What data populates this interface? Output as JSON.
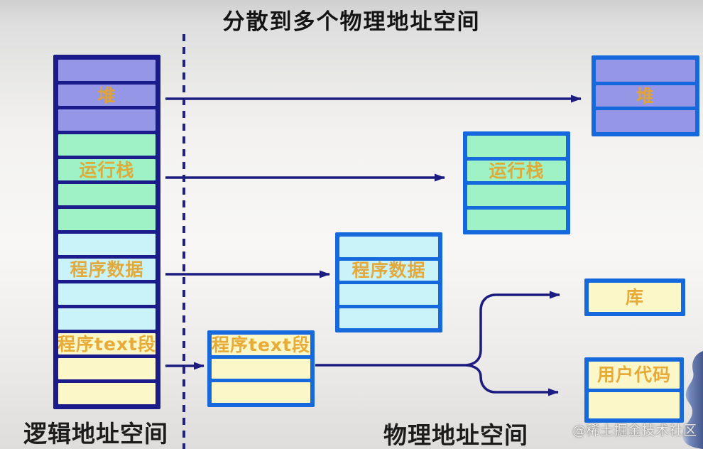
{
  "title": "分散到多个物理地址空间",
  "section_labels": {
    "logical": "逻辑地址空间",
    "physical": "物理地址空间"
  },
  "watermark": "@稀土掘金技术社区",
  "colors": {
    "navy_border": "#1b1b8c",
    "blue_border": "#1668dd",
    "arrow_navy": "#1c1c80",
    "segment_purple": "#9597e6",
    "segment_green": "#9ef2c6",
    "segment_cyan": "#c9f3f8",
    "segment_yellow": "#fcf7c9",
    "label_orange": "#e4a42c",
    "mascot_blue": "#7388bb"
  },
  "logical_column": {
    "segments": [
      {
        "color": "purple",
        "label": ""
      },
      {
        "color": "purple",
        "label": "堆"
      },
      {
        "color": "purple",
        "label": ""
      },
      {
        "color": "green",
        "label": ""
      },
      {
        "color": "green",
        "label": "运行栈"
      },
      {
        "color": "green",
        "label": ""
      },
      {
        "color": "green",
        "label": ""
      },
      {
        "color": "cyan",
        "label": ""
      },
      {
        "color": "cyan",
        "label": "程序数据"
      },
      {
        "color": "cyan",
        "label": ""
      },
      {
        "color": "cyan",
        "label": ""
      },
      {
        "color": "yellow",
        "label": "程序text段"
      },
      {
        "color": "yellow",
        "label": ""
      },
      {
        "color": "yellow",
        "label": ""
      }
    ]
  },
  "physical_boxes": {
    "heap": {
      "title_label": "堆",
      "segments": [
        {
          "color": "purple",
          "label": ""
        },
        {
          "color": "purple",
          "label": "堆"
        },
        {
          "color": "purple",
          "label": ""
        }
      ]
    },
    "stack": {
      "title_label": "运行栈",
      "segments": [
        {
          "color": "green",
          "label": ""
        },
        {
          "color": "green",
          "label": "运行栈"
        },
        {
          "color": "green",
          "label": ""
        },
        {
          "color": "green",
          "label": ""
        }
      ]
    },
    "program_data": {
      "title_label": "程序数据",
      "segments": [
        {
          "color": "cyan",
          "label": ""
        },
        {
          "color": "cyan",
          "label": "程序数据"
        },
        {
          "color": "cyan",
          "label": ""
        },
        {
          "color": "cyan",
          "label": ""
        }
      ]
    },
    "program_text": {
      "title_label": "程序text段",
      "segments": [
        {
          "color": "yellow",
          "label": "程序text段"
        },
        {
          "color": "yellow",
          "label": ""
        },
        {
          "color": "yellow",
          "label": ""
        }
      ]
    },
    "library": {
      "title_label": "库",
      "segments": [
        {
          "color": "yellow",
          "label": "库"
        }
      ]
    },
    "user_code": {
      "title_label": "用户代码",
      "segments": [
        {
          "color": "yellow",
          "label": "用户代码"
        },
        {
          "color": "yellow",
          "label": ""
        }
      ]
    }
  }
}
